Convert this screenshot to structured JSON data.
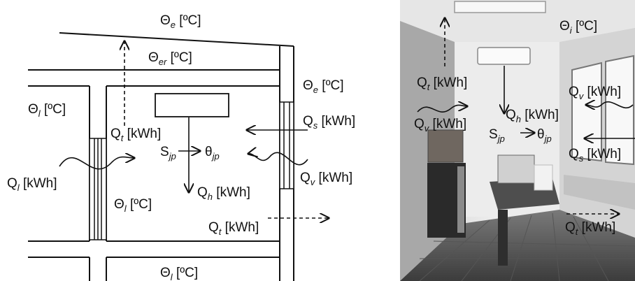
{
  "plan": {
    "theta_e_top": {
      "sym": "Θ",
      "sub": "e",
      "rest": " [ºC]"
    },
    "theta_er": {
      "sym": "Θ",
      "sub": "er",
      "rest": " [ºC]"
    },
    "theta_e_right": {
      "sym": "Θ",
      "sub": "e",
      "rest": " [ºC]"
    },
    "theta_l_left": {
      "sym": "Θ",
      "sub": "l",
      "rest": " [ºC]"
    },
    "theta_l_room": {
      "sym": "Θ",
      "sub": "l",
      "rest": " [ºC]"
    },
    "theta_l_bottom": {
      "sym": "Θ",
      "sub": "l",
      "rest": " [ºC]"
    },
    "qt_up": {
      "sym": "Q",
      "sub": "t",
      "rest": " [kWh]"
    },
    "qt_right": {
      "sym": "Q",
      "sub": "t",
      "rest": " [kWh]"
    },
    "qs": {
      "sym": "Q",
      "sub": "s",
      "rest": " [kWh]"
    },
    "qv": {
      "sym": "Q",
      "sub": "v",
      "rest": " [kWh]"
    },
    "ql": {
      "sym": "Q",
      "sub": "l",
      "rest": " [kWh]"
    },
    "qh": {
      "sym": "Q",
      "sub": "h",
      "rest": " [kWh]"
    },
    "sjp": {
      "sym": "S",
      "sub": "jp"
    },
    "tjp": {
      "sym": "θ",
      "sub": "jp"
    }
  },
  "photo": {
    "theta_i": {
      "sym": "Θ",
      "sub": "i",
      "rest": " [ºC]"
    },
    "qt_up": {
      "sym": "Q",
      "sub": "t",
      "rest": " [kWh]"
    },
    "qt_down": {
      "sym": "Q",
      "sub": "t",
      "rest": " [kWh]"
    },
    "qv_right": {
      "sym": "Q",
      "sub": "v",
      "rest": " [kWh]"
    },
    "qv_left": {
      "sym": "Q",
      "sub": "v",
      "rest": " [kWh]"
    },
    "qh": {
      "sym": "Q",
      "sub": "h",
      "rest": " [kWh]"
    },
    "qs": {
      "sym": "Q",
      "sub": "s",
      "rest": " [kWh]"
    },
    "sjp": {
      "sym": "S",
      "sub": "jp"
    },
    "tjp": {
      "sym": "θ",
      "sub": "jp"
    }
  }
}
